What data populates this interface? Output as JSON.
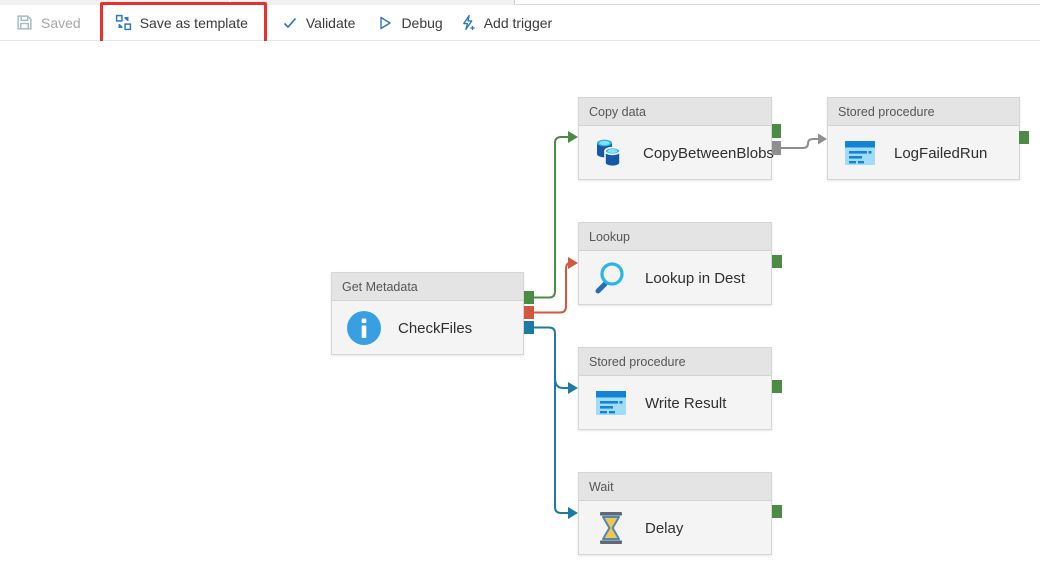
{
  "toolbar": {
    "saved_label": "Saved",
    "save_as_template_label": "Save as template",
    "validate_label": "Validate",
    "debug_label": "Debug",
    "add_trigger_label": "Add trigger"
  },
  "annotation": {
    "highlighted_button": "Save as template",
    "highlight_color": "#e8312f"
  },
  "colors": {
    "toolbar_icon_blue": "#2b79c2",
    "node_header_bg": "#e4e4e4",
    "node_body_bg": "#f4f4f4"
  },
  "pipeline": {
    "nodes": [
      {
        "type": "Get Metadata",
        "name": "CheckFiles",
        "icon": "info-icon"
      },
      {
        "type": "Copy data",
        "name": "CopyBetweenBlobs",
        "icon": "copy-data-icon"
      },
      {
        "type": "Stored procedure",
        "name": "LogFailedRun",
        "icon": "stored-procedure-icon"
      },
      {
        "type": "Lookup",
        "name": "Lookup in Dest",
        "icon": "lookup-icon"
      },
      {
        "type": "Stored procedure",
        "name": "Write Result",
        "icon": "stored-procedure-icon"
      },
      {
        "type": "Wait",
        "name": "Delay",
        "icon": "hourglass-icon"
      }
    ],
    "connection_colors": {
      "success": "#4a8c44",
      "failure": "#d2593b",
      "completion": "#1b7ba3",
      "skipped": "#8f8f8f"
    },
    "connections": [
      {
        "from": "CheckFiles",
        "to": "CopyBetweenBlobs",
        "condition": "success"
      },
      {
        "from": "CheckFiles",
        "to": "Lookup in Dest",
        "condition": "failure"
      },
      {
        "from": "CheckFiles",
        "to": "Write Result",
        "condition": "completion"
      },
      {
        "from": "CheckFiles",
        "to": "Delay",
        "condition": "completion"
      },
      {
        "from": "CopyBetweenBlobs",
        "to": "LogFailedRun",
        "condition": "skipped"
      }
    ]
  }
}
